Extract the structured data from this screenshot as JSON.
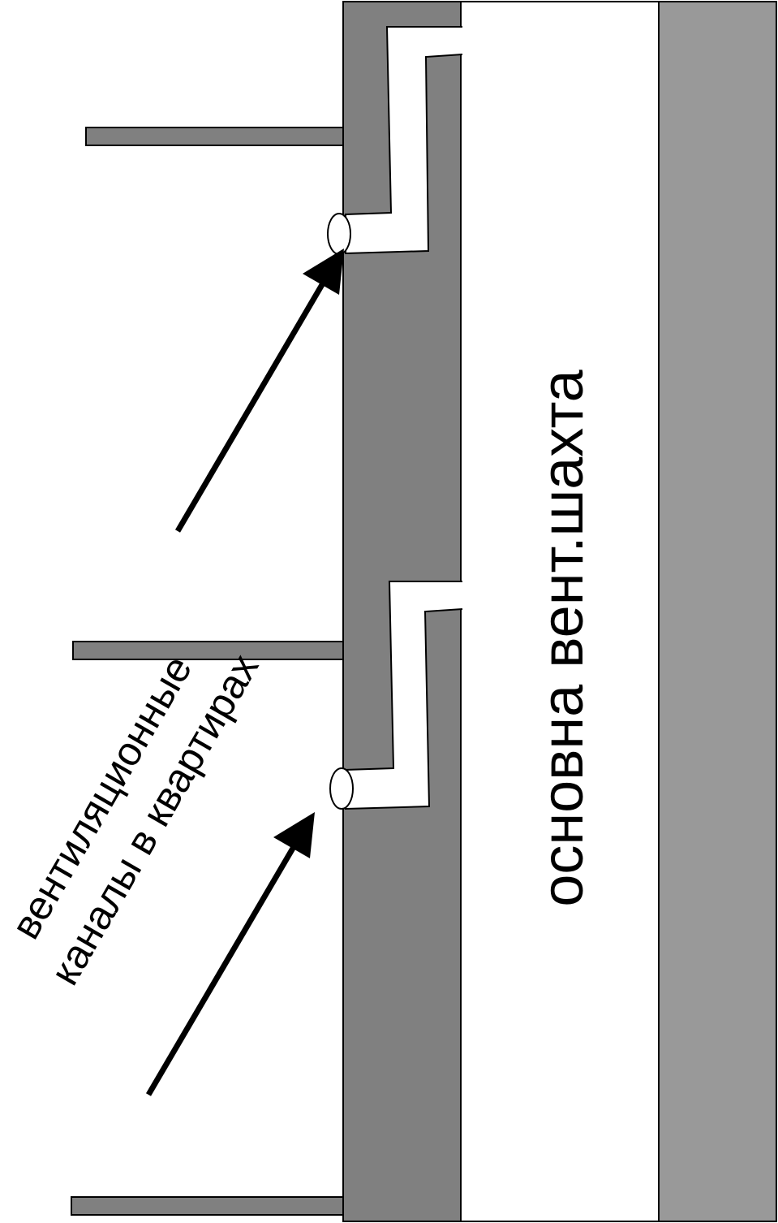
{
  "diagram": {
    "main_shaft_label": "основна вент.шахта",
    "apartment_channels_label": {
      "line1": "вентиляционные",
      "line2": "каналы в квартирах"
    }
  },
  "colors": {
    "dark_wall": "#808080",
    "light_wall": "#999999",
    "shaft_interior": "#ffffff",
    "outline": "#000000",
    "arrow": "#000000"
  }
}
